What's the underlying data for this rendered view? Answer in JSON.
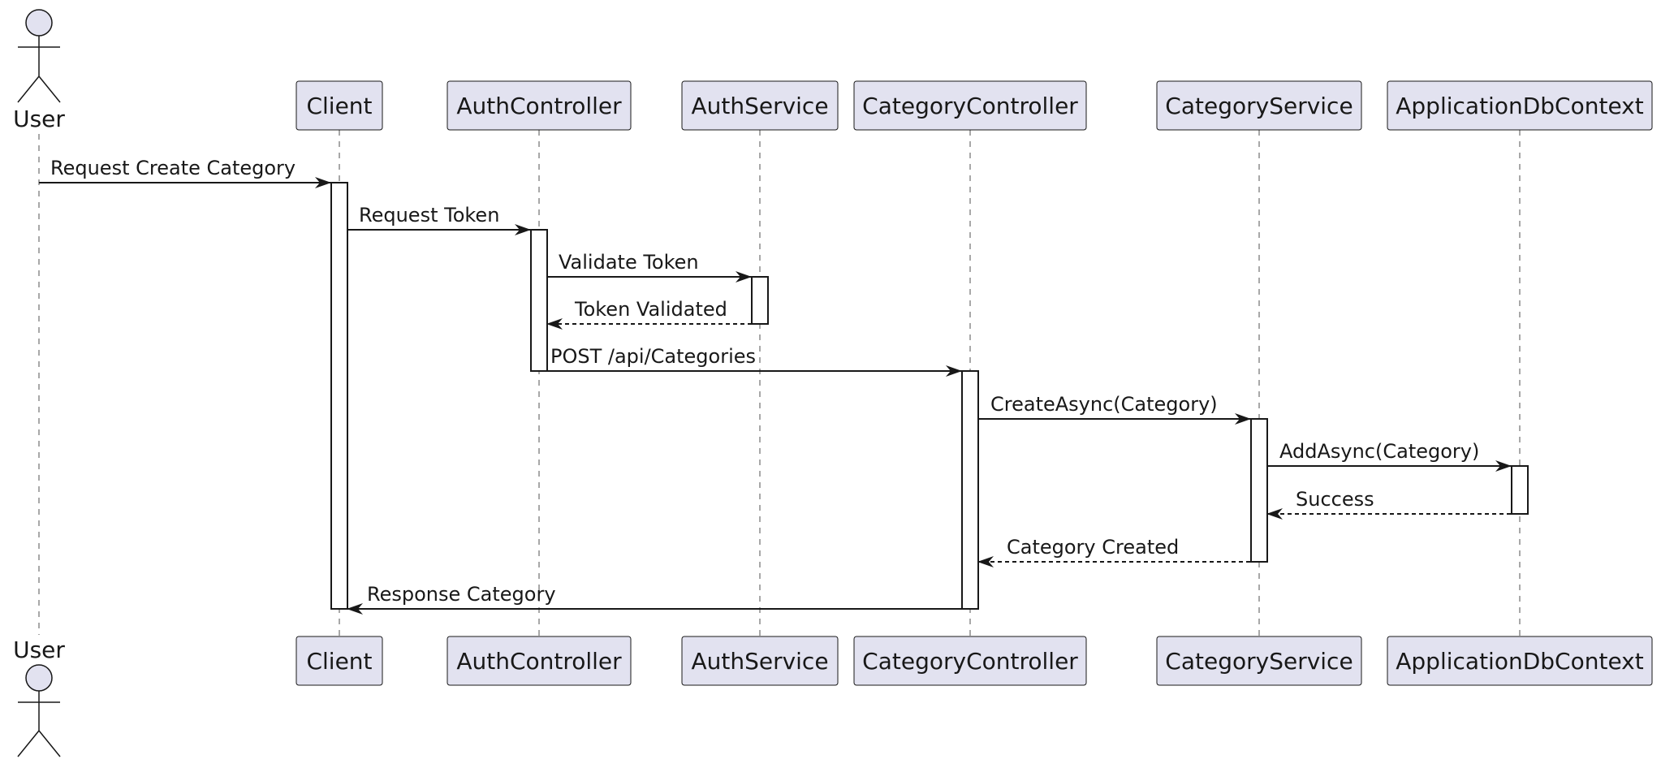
{
  "actor": {
    "label": "User"
  },
  "participants": [
    {
      "id": "client",
      "label": "Client"
    },
    {
      "id": "auth-controller",
      "label": "AuthController"
    },
    {
      "id": "auth-service",
      "label": "AuthService"
    },
    {
      "id": "category-controller",
      "label": "CategoryController"
    },
    {
      "id": "category-service",
      "label": "CategoryService"
    },
    {
      "id": "application-db-context",
      "label": "ApplicationDbContext"
    }
  ],
  "messages": [
    {
      "from": "user",
      "to": "client",
      "label": "Request Create Category",
      "type": "sync"
    },
    {
      "from": "client",
      "to": "auth-controller",
      "label": "Request Token",
      "type": "sync"
    },
    {
      "from": "auth-controller",
      "to": "auth-service",
      "label": "Validate Token",
      "type": "sync"
    },
    {
      "from": "auth-service",
      "to": "auth-controller",
      "label": "Token Validated",
      "type": "return"
    },
    {
      "from": "auth-controller",
      "to": "category-controller",
      "label": "POST /api/Categories",
      "type": "sync"
    },
    {
      "from": "category-controller",
      "to": "category-service",
      "label": "CreateAsync(Category)",
      "type": "sync"
    },
    {
      "from": "category-service",
      "to": "application-db-context",
      "label": "AddAsync(Category)",
      "type": "sync"
    },
    {
      "from": "application-db-context",
      "to": "category-service",
      "label": "Success",
      "type": "return"
    },
    {
      "from": "category-service",
      "to": "category-controller",
      "label": "Category Created",
      "type": "return"
    },
    {
      "from": "category-controller",
      "to": "client",
      "label": "Response Category",
      "type": "sync"
    }
  ],
  "colors": {
    "participant_fill": "#e2e2f0",
    "stroke": "#181818",
    "background": "#ffffff"
  }
}
